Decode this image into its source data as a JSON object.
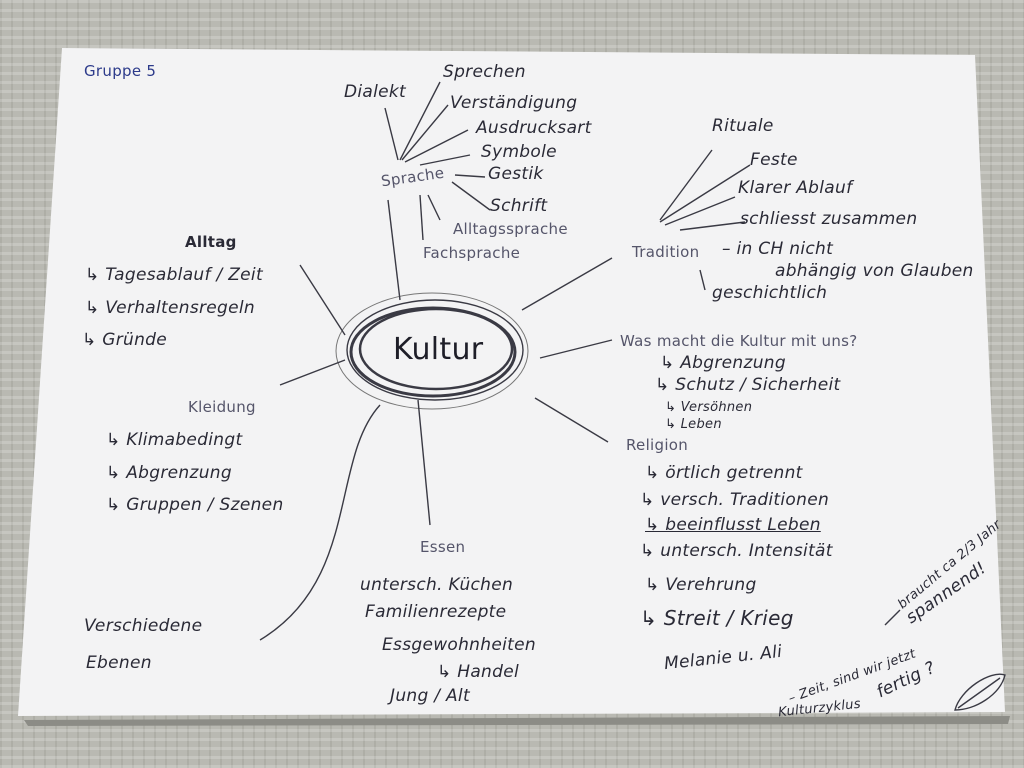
{
  "title": "Gruppe 5",
  "center": "Kultur",
  "sprache": {
    "label": "Sprache",
    "dialekt": "Dialekt",
    "items": [
      "Sprechen",
      "Verständigung",
      "Ausdrucksart",
      "Symbole",
      "Gestik",
      "Schrift",
      "Alltagssprache",
      "Fachsprache"
    ]
  },
  "tradition": {
    "label": "Tradition",
    "rituale": "Rituale",
    "items": [
      "Feste",
      "Klarer Ablauf",
      "schliesst zusammen"
    ],
    "note1": "– in CH nicht",
    "note2": "abhängig von Glauben",
    "geschichtlich": "geschichtlich"
  },
  "wirkung": {
    "label": "Was macht die Kultur mit uns?",
    "items": [
      "↳ Abgrenzung",
      "↳ Schutz / Sicherheit",
      "↳ Versöhnen",
      "↳ Leben"
    ]
  },
  "religion": {
    "label": "Religion",
    "items": [
      "↳ örtlich getrennt",
      "↳ versch. Traditionen",
      "↳ beeinflusst Leben",
      "↳ untersch. Intensität",
      "↳ Verehrung",
      "↳ Streit / Krieg"
    ]
  },
  "notes": {
    "names": "Melanie u. Ali",
    "spannend": "spannend!",
    "braucht": "braucht ca 2/3 Jahr",
    "zeit": "– Zeit, sind wir jetzt",
    "fertig": "fertig ?",
    "kulturzyklus": "Kulturzyklus"
  },
  "alltag": {
    "label": "Alltag",
    "items": [
      "↳ Tagesablauf / Zeit",
      "↳ Verhaltensregeln",
      "↳ Gründe"
    ]
  },
  "kleidung": {
    "label": "Kleidung",
    "items": [
      "↳ Klimabedingt",
      "↳ Abgrenzung",
      "↳ Gruppen / Szenen"
    ]
  },
  "essen": {
    "label": "Essen",
    "items": [
      "untersch. Küchen",
      "Familienrezepte",
      "Essgewohnheiten",
      "↳ Handel",
      "Jung / Alt"
    ]
  },
  "ebenen": [
    "Verschiedene",
    "Ebenen"
  ]
}
